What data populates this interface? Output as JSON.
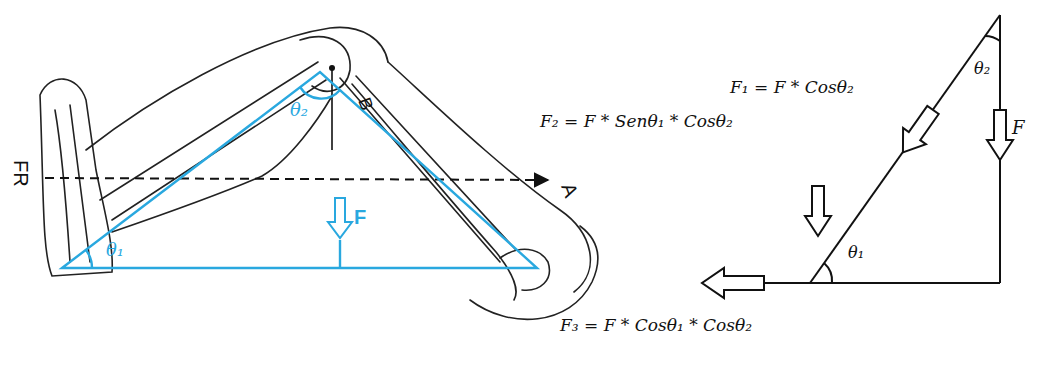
{
  "diagram": {
    "labels": [
      "FR",
      "θ₂",
      "B",
      "F",
      "θ₁",
      "A",
      "F₁ = F * Cosθ₂",
      "θ₂",
      "F",
      "F₂ = F * Senθ₁ * Cosθ₂",
      "θ₁",
      "F₃ = F * Cosθ₁ * Cosθ₂"
    ]
  }
}
